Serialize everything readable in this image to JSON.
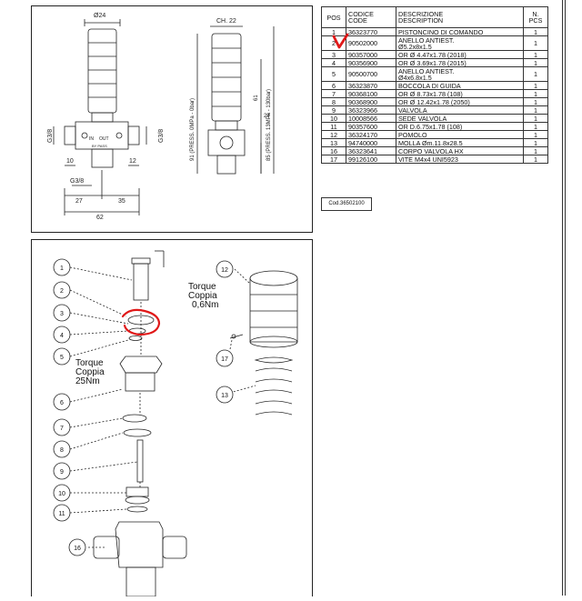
{
  "parts_table": {
    "headers": {
      "pos": "POS",
      "code": [
        "CODICE",
        "CODE"
      ],
      "desc": [
        "DESCRIZIONE",
        "DESCRIPTION"
      ],
      "pcs": [
        "N.",
        "PCS"
      ]
    },
    "rows": [
      {
        "pos": "1",
        "code": "36323770",
        "desc": [
          "PISTONCINO DI COMANDO"
        ],
        "pcs": "1"
      },
      {
        "pos": "2",
        "code": "90502000",
        "desc": [
          "ANELLO ANTIEST.",
          "Ø5.2x8x1.5"
        ],
        "pcs": "1"
      },
      {
        "pos": "3",
        "code": "90357000",
        "desc": [
          "OR Ø 4.47x1.78 (2018)"
        ],
        "pcs": "1"
      },
      {
        "pos": "4",
        "code": "90356900",
        "desc": [
          "OR Ø 3.69x1.78 (2015)"
        ],
        "pcs": "1"
      },
      {
        "pos": "5",
        "code": "90500700",
        "desc": [
          "ANELLO ANTIEST.",
          "Ø4x6.8x1.5"
        ],
        "pcs": "1"
      },
      {
        "pos": "6",
        "code": "36323870",
        "desc": [
          "BOCCOLA DI GUIDA"
        ],
        "pcs": "1"
      },
      {
        "pos": "7",
        "code": "90368100",
        "desc": [
          "OR Ø 8.73x1.78 (108)"
        ],
        "pcs": "1"
      },
      {
        "pos": "8",
        "code": "90368900",
        "desc": [
          "OR Ø 12.42x1.78 (2050)"
        ],
        "pcs": "1"
      },
      {
        "pos": "9",
        "code": "36323966",
        "desc": [
          "VALVOLA"
        ],
        "pcs": "1"
      },
      {
        "pos": "10",
        "code": "10008566",
        "desc": [
          "SEDE VALVOLA"
        ],
        "pcs": "1"
      },
      {
        "pos": "11",
        "code": "90357600",
        "desc": [
          "OR D.6.75x1.78 (108)"
        ],
        "pcs": "1"
      },
      {
        "pos": "12",
        "code": "36324170",
        "desc": [
          "POMOLO"
        ],
        "pcs": "1"
      },
      {
        "pos": "13",
        "code": "94740000",
        "desc": [
          "MOLLA Øm.11.8x28.5"
        ],
        "pcs": "1"
      },
      {
        "pos": "16",
        "code": "36323641",
        "desc": [
          "CORPO VALVOLA HX"
        ],
        "pcs": "1"
      },
      {
        "pos": "17",
        "code": "99126100",
        "desc": [
          "VITE M4x4 UNI5923"
        ],
        "pcs": "1"
      }
    ],
    "handwritten_mark": "V",
    "mark_color": "#e01818"
  },
  "cod_label": "Cod.36502100",
  "drawing": {
    "dims": {
      "d24": "Ø24",
      "ch22": "CH. 22",
      "g38_left": "G3/8",
      "g38_right": "G3/8",
      "g38_bottom": "G3/8",
      "d10": "10",
      "d12": "12",
      "d27": "27",
      "d35": "35",
      "d62": "62",
      "d24v": "24",
      "d91": "91 (PRESS. 0MPa - 0bar)",
      "d85": "85 (PRESS. 13MPa - 130bar)",
      "d61": "61"
    },
    "port_in": "IN",
    "port_out": "OUT",
    "port_bypass": "BY PASS"
  },
  "exploded": {
    "callouts": [
      "1",
      "2",
      "3",
      "4",
      "5",
      "6",
      "7",
      "8",
      "9",
      "10",
      "11",
      "16",
      "12",
      "17",
      "13"
    ],
    "torque_left": [
      "Torque",
      "Coppia",
      "25Nm"
    ],
    "torque_right": [
      "Torque",
      "Coppia",
      "0,6Nm"
    ],
    "highlight_color": "#e01818"
  }
}
